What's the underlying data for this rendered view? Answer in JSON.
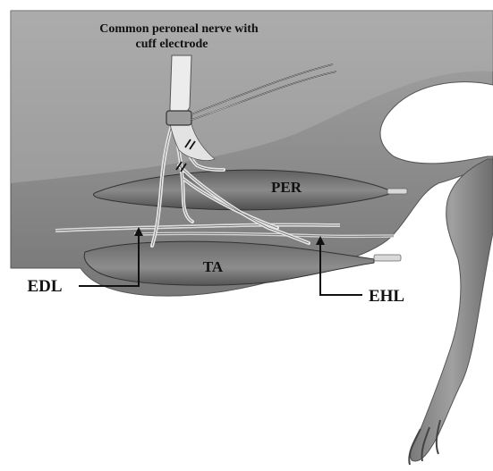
{
  "title_lines": [
    "Common peroneal nerve with",
    "cuff electrode"
  ],
  "labels": {
    "per": "PER",
    "ta": "TA",
    "edl": "EDL",
    "ehl": "EHL"
  },
  "colors": {
    "limb": "#8c8c8c",
    "limb_dark": "#6f6f6f",
    "muscle": "#7a7a7a",
    "nerve": "#e8e8e8",
    "arrow": "#111111"
  }
}
